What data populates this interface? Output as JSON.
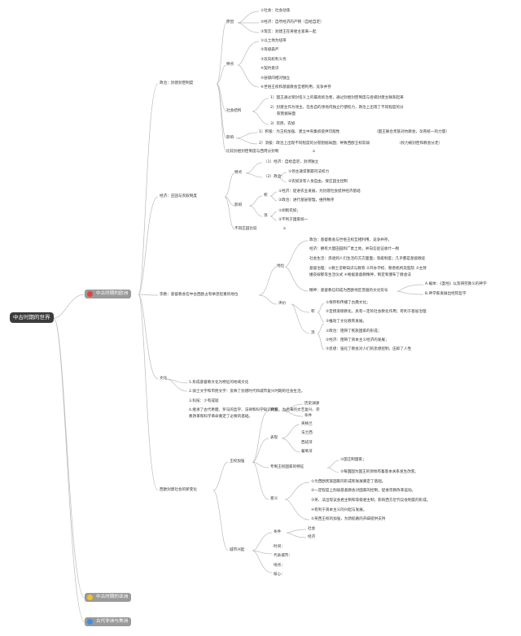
{
  "root": "中古时期的世界",
  "chapters": [
    {
      "label": "中古时期的欧洲",
      "icon": "red-circle-icon",
      "color": "#e0443e"
    },
    {
      "label": "中古时期的亚洲",
      "icon": "yellow-circle-icon",
      "color": "#f0c420"
    },
    {
      "label": "古代非洲与美洲",
      "icon": "blue-circle-icon",
      "color": "#3a8ee6"
    }
  ],
  "politics": {
    "title": "政治：封建封臣制度",
    "origin": {
      "label": "原因",
      "items": [
        "①社会：社会动荡",
        "②经济：自然经济的产物（自给自足）",
        "③现实：封建王在将君主紧来一起"
      ]
    },
    "features": {
      "label": "特点",
      "items": [
        "①以土地为纽带",
        "②等级森严",
        "③双向权利义务",
        "④契约意识",
        "⑤层级间相对独立",
        "⑥世俗王权和基督教会互相利用，竞争并存"
      ]
    },
    "structure": {
      "label": "社会结构",
      "items": [
        "1）国王通过受封名义上的最高统治者，通过封君封臣制度与各级封建主联系起来",
        "2）封建主作为领主，在各自的领地内独立行使权力，政治上出现了不同程度的分",
        "裂割据局面",
        "3）农民、农奴"
      ]
    },
    "influence": {
      "label": "影响",
      "items": [
        "1）积极：为王权加强、建立中央集权提供可能性",
        "（国王联合贵族对抗教会，孕育统一的力量）",
        "2）消极：政治上出现不同程度的分裂割据局面；导致西欧王权软弱",
        "（权力被封臣和教会分走）"
      ]
    },
    "compare": "比较封君封臣制度与西周分封制",
    "compare_mark": "a"
  },
  "economy": {
    "title": "经济：庄园与农奴制度",
    "features": {
      "label": "特点",
      "items": [
        "（1）经济：自给自足，封闭独立",
        "（2）政治：",
        "①领主通常掌握司法权力",
        "②农奴没有人身自由，受庄园主控制"
      ]
    },
    "impact": {
      "label": "影响",
      "pos": {
        "label": "积",
        "items": [
          "①经济：促进农业发展，为封建社会提供经济基础",
          "②政治：进行基层管理，维持秩序"
        ]
      },
      "neg": {
        "label": "消",
        "items": [
          "①剥削农奴；",
          "②不利于国家统一"
        ]
      }
    },
    "diff": "不同庄园比较",
    "diff_mark": "a"
  },
  "religion": {
    "title": "宗教：基督教会在中古西欧占有举足轻重的地位",
    "status_label": "地位",
    "status": [
      "政治：基督教会与世俗王权互相利用、竞争并存。",
      "经济：拥有大量田园和广袤土地，并向信徒征收什一税",
      "社会生活：渗透到人们生活的方方面面；等级制度；几乎都是基督教徒",
      "基督治理：①教士垄断知识与教育 ②开办学校、慈善机构及医院 ③主持",
      "婚丧嫁娶等生活仪式 ④根据基督教精神，制定和颁布了教会法",
      "精神：基督教信仰成为西欧地区普遍的文化符号"
    ],
    "philosophy": [
      "A.载体：《圣经》以及研究教义的神学",
      "B.神学家发展出经院哲学"
    ],
    "eval_label": "评价",
    "pos": {
      "label": "积",
      "items": [
        "①保存和传播了古典文化；",
        "②宣扬道德教化，具有一定的社会教化作用；有利于基层治理",
        "③推动了文化教育发展。"
      ]
    },
    "neg": {
      "label": "消",
      "items": [
        "①政治：阻碍了民族国家的形成；",
        "②经济：阻碍了资本主义经济的发展；",
        "③思想：强化了教会对人们的思想控制，压抑了人性"
      ]
    }
  },
  "culture": {
    "label": "文化",
    "items": [
      "1.形成基督教文化为特征的地域文化",
      "2.骑士文学和市民文学：反映了封建时代和城市复兴时期的社会生活。",
      "3.科技：少有成就",
      "4.继承了古代希腊、罗马的哲学、法律和科学知识传统，为后来的文艺复兴、宗",
      "教改革和科学革命奠定了必要的基础。"
    ]
  },
  "changes": {
    "title": "西欧封建社会的新变化",
    "king": {
      "label": "王权加强",
      "bg": {
        "label": "背景",
        "items": [
          "历史渊源",
          "条件"
        ]
      },
      "cases": {
        "label": "表现",
        "items": [
          "英格兰",
          "法兰西",
          "西班牙",
          "葡萄牙"
        ]
      },
      "traits": {
        "label": "专制王权国家的特征",
        "items": [
          "①国王制国家；",
          "②每国国为国王的领地有着基本关系发生改变。"
        ]
      },
      "meaning": {
        "label": "意义",
        "items": [
          "①为西欧民族国家的形成和发展奠定了基础。",
          "②一定程度上削弱基督教会对国家的控制，促进宗教改革运动。",
          "③英、法出现议会君主制和等级君主制，影响西方近代议会制度的形成。",
          "④有利于资本主义的兴起与发展。",
          "⑤英西王权的加强，为新航路的开辟提供支持"
        ]
      }
    },
    "city": {
      "label": "城市兴起",
      "cond": {
        "label": "条件",
        "items": [
          "社会",
          "经济"
        ]
      },
      "rows": [
        "时间：",
        "代表城市：",
        "地点：",
        "核心："
      ]
    }
  }
}
